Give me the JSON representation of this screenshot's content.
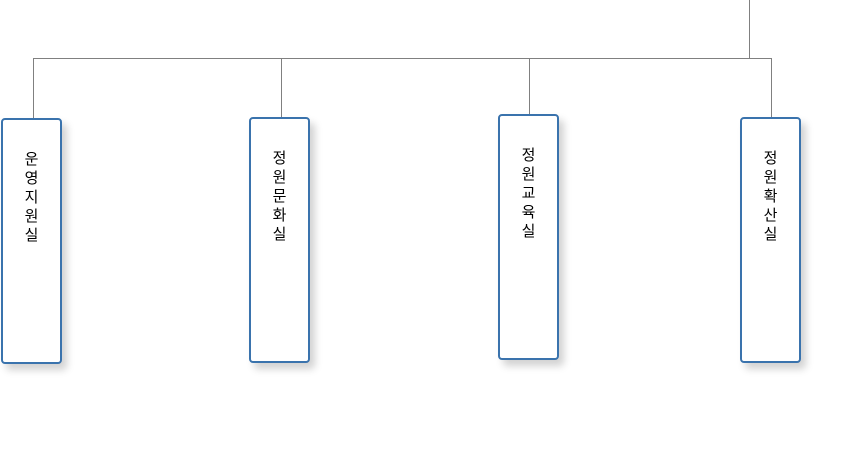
{
  "departments": [
    {
      "name": "운영지원실"
    },
    {
      "name": "정원문화실"
    },
    {
      "name": "정원교육실"
    },
    {
      "name": "정원확산실"
    }
  ],
  "colors": {
    "box_border": "#3a73ad",
    "connector": "#808080"
  }
}
